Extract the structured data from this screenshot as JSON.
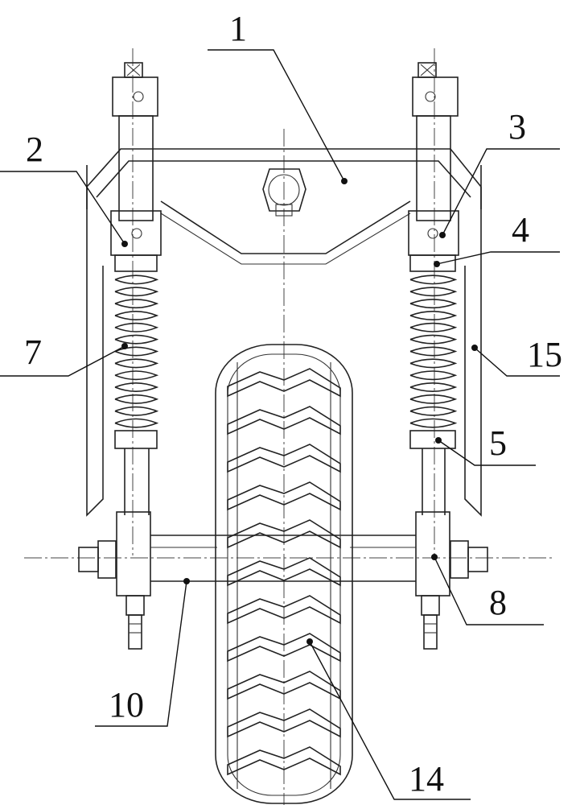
{
  "labels": {
    "l1": "1",
    "l2": "2",
    "l3": "3",
    "l4": "4",
    "l5": "5",
    "l7": "7",
    "l8": "8",
    "l10": "10",
    "l14": "14",
    "l15": "15"
  }
}
